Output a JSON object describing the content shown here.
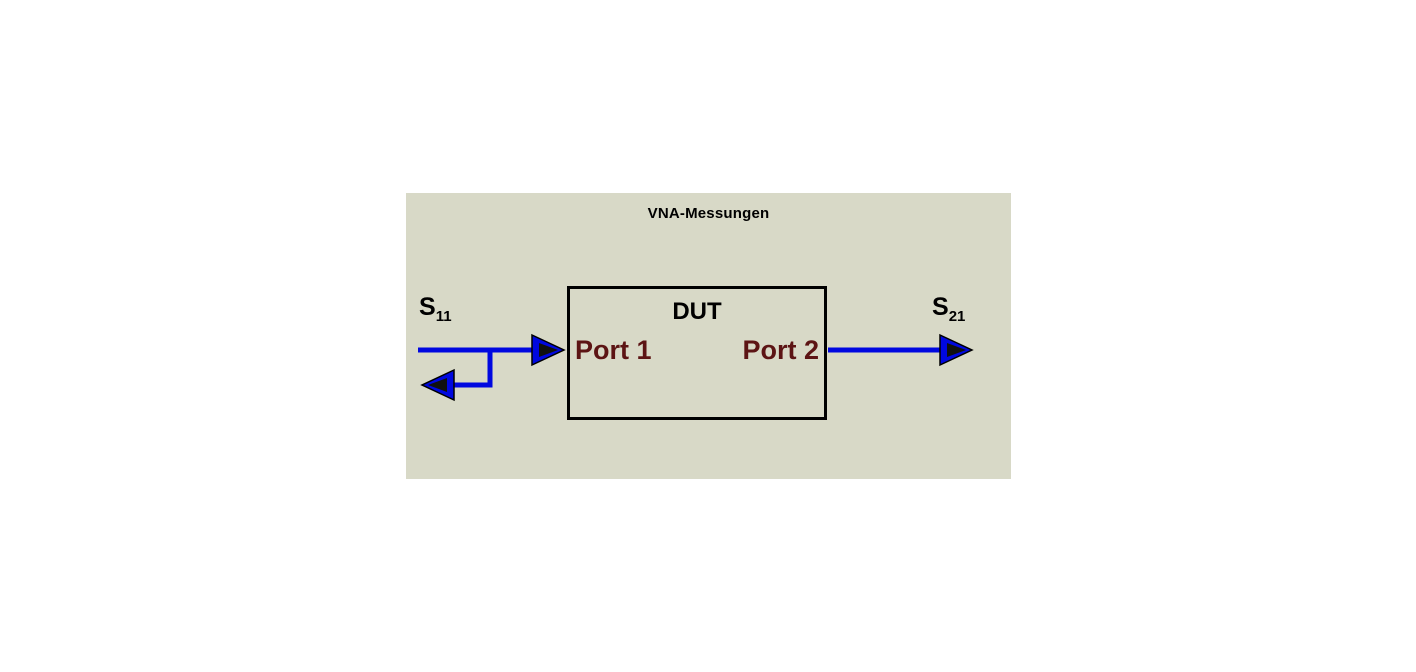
{
  "panel": {
    "title": "VNA-Messungen"
  },
  "dut": {
    "label": "DUT",
    "port1": "Port 1",
    "port2": "Port 2"
  },
  "labels": {
    "s11": {
      "base": "S",
      "sub": "11"
    },
    "s21": {
      "base": "S",
      "sub": "21"
    }
  },
  "colors": {
    "panel-bg": "#d8d9c7",
    "arrow-blue": "#0008e0",
    "arrow-core": "#101010",
    "port-text": "#5c1414",
    "box-border": "#000000",
    "title-text": "#000000"
  }
}
